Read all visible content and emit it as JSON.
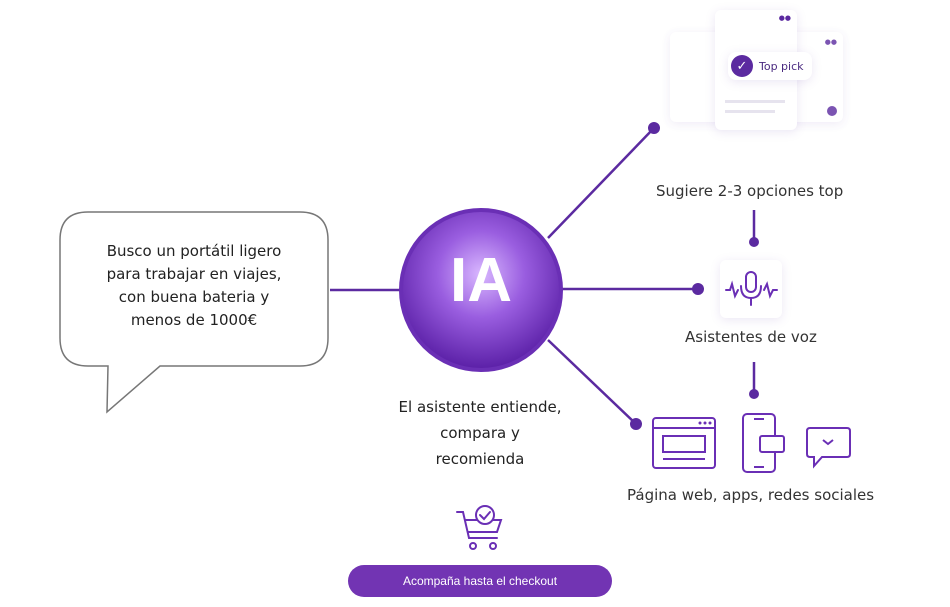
{
  "user_query": {
    "lines": [
      "Busco un portátil ligero",
      "para trabajar en viajes,",
      "con buena bateria y",
      "menos de 1000€"
    ]
  },
  "center": {
    "label": "IA",
    "caption_lines": [
      "El asistente entiende,",
      "compara y",
      "recomienda"
    ]
  },
  "outputs": {
    "top_pick": {
      "badge": "Top pick",
      "caption": "Sugiere 2-3 opciones top"
    },
    "voice": {
      "caption": "Asistentes de voz"
    },
    "channels": {
      "caption": "Página web, apps, redes sociales"
    }
  },
  "checkout": {
    "button_label": "Acompaña hasta el checkout"
  },
  "colors": {
    "accent": "#7234b3",
    "line": "#5b2aa0"
  }
}
